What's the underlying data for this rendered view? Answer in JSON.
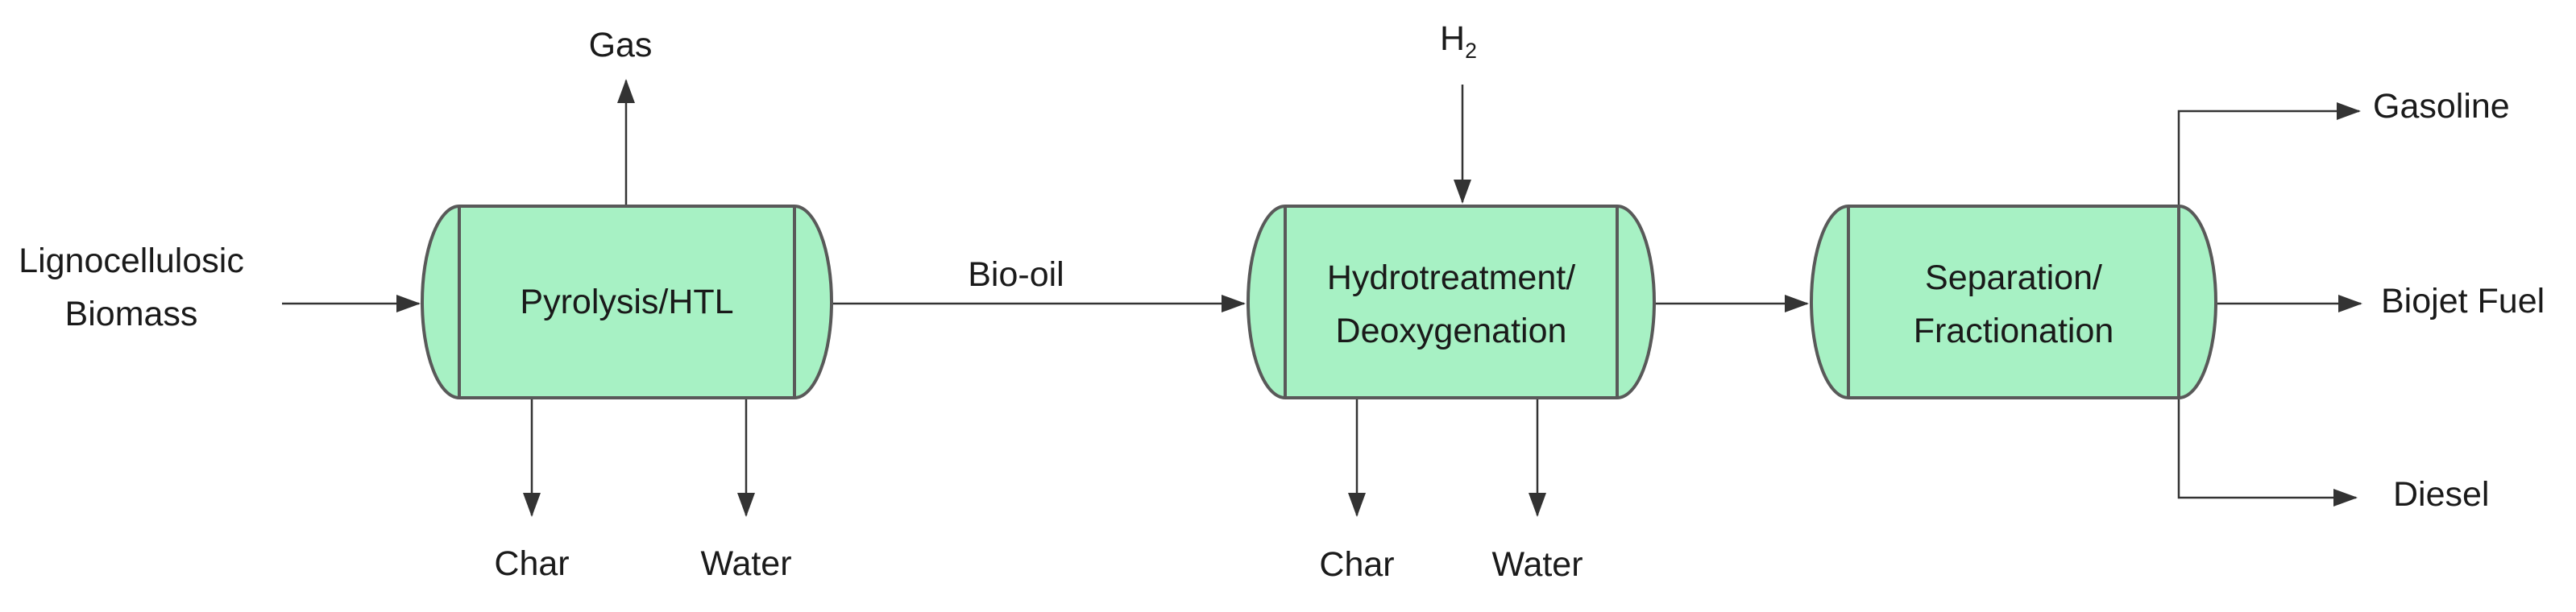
{
  "colors": {
    "vessel_fill": "#A7F1C4",
    "vessel_stroke": "#595959",
    "line_color": "#333333",
    "text_color": "#1a1a1a",
    "background": "#ffffff"
  },
  "feed": {
    "line1": "Lignocellulosic",
    "line2": "Biomass"
  },
  "vessels": [
    {
      "name": "Pyrolysis/HTL",
      "lines": [
        "Pyrolysis/HTL"
      ]
    },
    {
      "name": "Hydrotreatment/Deoxygenation",
      "lines": [
        "Hydrotreatment/",
        "Deoxygenation"
      ]
    },
    {
      "name": "Separation/Fractionation",
      "lines": [
        "Separation/",
        "Fractionation"
      ]
    }
  ],
  "streams": {
    "gas": "Gas",
    "char_pyrolysis": "Char",
    "water_pyrolysis": "Water",
    "bio_oil": "Bio-oil",
    "h2": {
      "symbol": "H",
      "subscript": "2"
    },
    "char_hydrotreatment": "Char",
    "water_hydrotreatment": "Water",
    "gasoline": "Gasoline",
    "biojet_fuel": "Biojet Fuel",
    "diesel": "Diesel"
  }
}
